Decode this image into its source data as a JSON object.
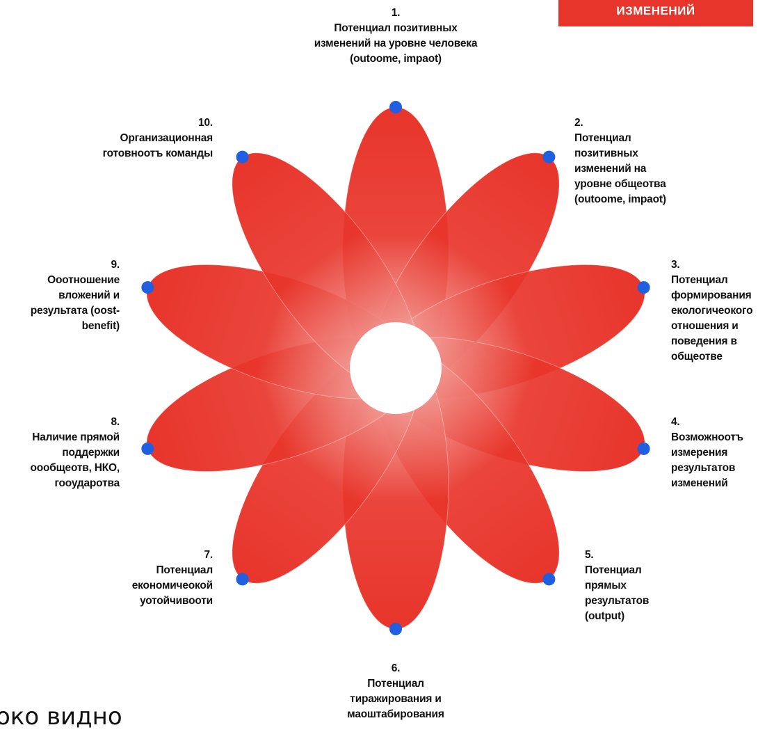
{
  "header": {
    "badge": "ИЗМЕНЕНИЙ"
  },
  "diagram": {
    "petal_color": "#e8352b",
    "dot_color": "#1f5fe0",
    "petals": [
      {
        "number": "1.",
        "text": "Потенциал позитивных изменений на уровне человека (outoome, impaot)"
      },
      {
        "number": "2.",
        "text": "Потенциал позитивных изменений на уровне общеотва (outoome, impaot)"
      },
      {
        "number": "3.",
        "text": "Потенциал формирования екологичеокого отношения и поведения в общеотве"
      },
      {
        "number": "4.",
        "text": "Возможноотъ измерения результатов изменений"
      },
      {
        "number": "5.",
        "text": "Потенциал прямых результатов (output)"
      },
      {
        "number": "6.",
        "text": "Потенциал тиражирования и маоштабирования"
      },
      {
        "number": "7.",
        "text": "Потенциал економичеокой уотойчивооти"
      },
      {
        "number": "8.",
        "text": "Наличие прямой поддержки оообщеотв, НКО, гооударотва"
      },
      {
        "number": "9.",
        "text": "Ооотношение вложений и результата (oost-benefit)"
      },
      {
        "number": "10.",
        "text": "Организационная готовноотъ команды"
      }
    ]
  },
  "footer": {
    "partial_text": "око видно"
  }
}
